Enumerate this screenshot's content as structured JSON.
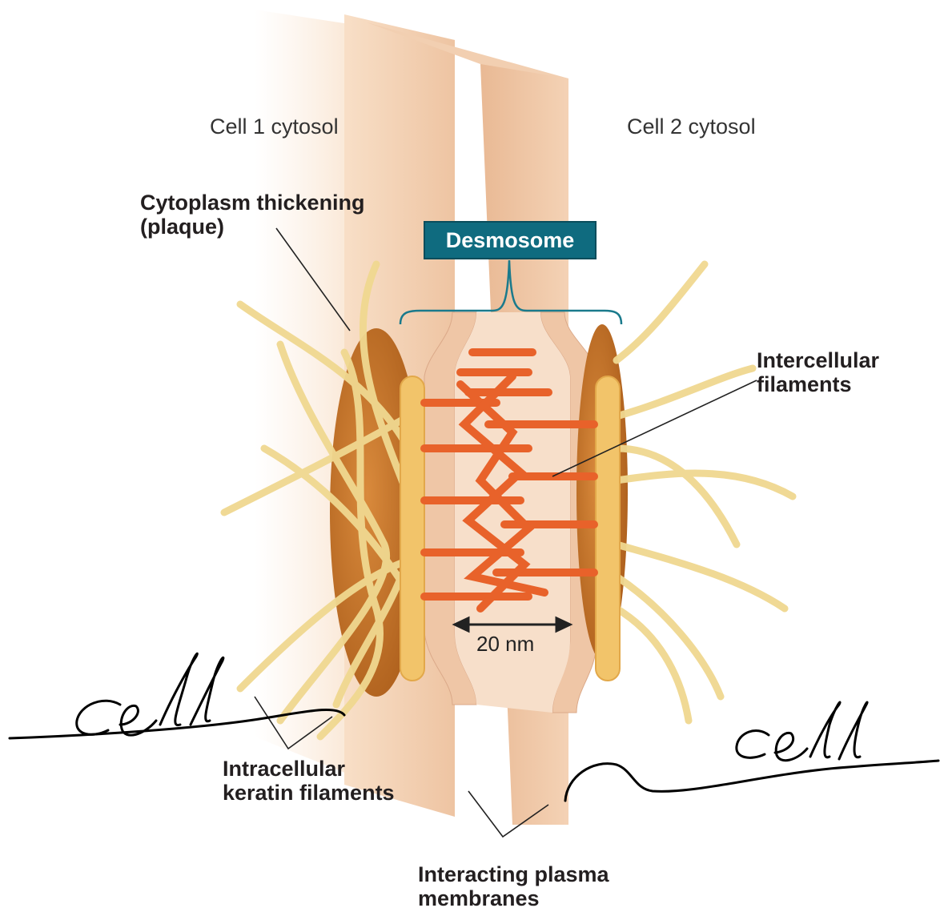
{
  "labels": {
    "cell1_cytosol": "Cell 1 cytosol",
    "cell2_cytosol": "Cell 2 cytosol",
    "plaque_line1": "Cytoplasm thickening",
    "plaque_line2": "(plaque)",
    "desmosome": "Desmosome",
    "intercellular_line1": "Intercellular",
    "intercellular_line2": "filaments",
    "gap_width": "20 nm",
    "keratin_line1": "Intracellular",
    "keratin_line2": "keratin filaments",
    "membranes_line1": "Interacting plasma",
    "membranes_line2": "membranes"
  },
  "handwriting": [
    "cell",
    "cell"
  ],
  "colors": {
    "membrane_face": "#f6d9c0",
    "membrane_edge": "#e8c0a0",
    "plaque": "#c8782e",
    "plaque_bar": "#f2c46a",
    "keratin": "#f0d890",
    "intercellular": "#e8622a",
    "desmosome_box": "#0f6b7f",
    "bracket": "#1a7a8c",
    "ink": "#000000"
  }
}
